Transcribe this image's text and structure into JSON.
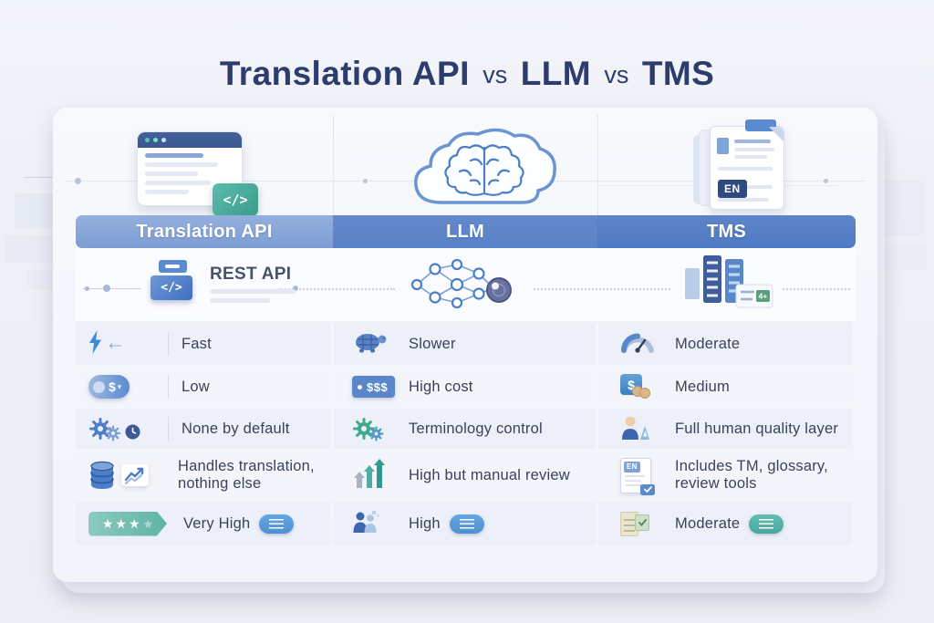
{
  "title": {
    "api": "Translation API",
    "vs1": "vs",
    "llm": "LLM",
    "vs2": "vs",
    "tms": "TMS"
  },
  "header": {
    "api": "Translation API",
    "llm": "LLM",
    "tms": "TMS"
  },
  "protocol": {
    "api_label": "REST API",
    "api_code_badge": "</>"
  },
  "top_icons": {
    "browser_code_badge": "</>",
    "doc_tag": "EN"
  },
  "icons": {
    "arrow_left": "←",
    "dollar": "$",
    "caret": "▾",
    "triple_dollar": "$$$",
    "stars": "★★★",
    "star_faint": "★",
    "en_tag": "EN",
    "plus_badge": "4+"
  },
  "rows": [
    {
      "name": "speed",
      "api": {
        "icon": "lightning-arrow",
        "label": "Fast"
      },
      "llm": {
        "icon": "turtle",
        "label": "Slower"
      },
      "tms": {
        "icon": "gauge",
        "label": "Moderate"
      }
    },
    {
      "name": "cost",
      "api": {
        "icon": "price-pill",
        "label": "Low"
      },
      "llm": {
        "icon": "price-tag",
        "label": "High cost"
      },
      "tms": {
        "icon": "dollar-coins",
        "label": "Medium"
      }
    },
    {
      "name": "customization",
      "api": {
        "icon": "gears-clock",
        "label": "None by default"
      },
      "llm": {
        "icon": "gears-green",
        "label": "Terminology control"
      },
      "tms": {
        "icon": "person-badge",
        "label": "Full human quality layer"
      }
    },
    {
      "name": "scope",
      "api": {
        "icon": "database-chart",
        "label": "Handles translation, nothing else"
      },
      "llm": {
        "icon": "rising-arrows",
        "label": "High but manual review"
      },
      "tms": {
        "icon": "document-en-check",
        "label": "Includes TM, glossary, review tools"
      }
    },
    {
      "name": "quality",
      "api": {
        "icon": "stars-banner",
        "label": "Very High"
      },
      "llm": {
        "icon": "people-group",
        "label": "High"
      },
      "tms": {
        "icon": "checklist",
        "label": "Moderate"
      }
    }
  ],
  "colors": {
    "title_navy": "#2b3c6d",
    "header_api": "#8aa9da",
    "header_llm": "#5b82c7",
    "header_tms": "#4f7ac2",
    "accent_blue": "#4a7ec6",
    "accent_teal": "#49ab9b",
    "row_bg": "#edf0f8"
  }
}
